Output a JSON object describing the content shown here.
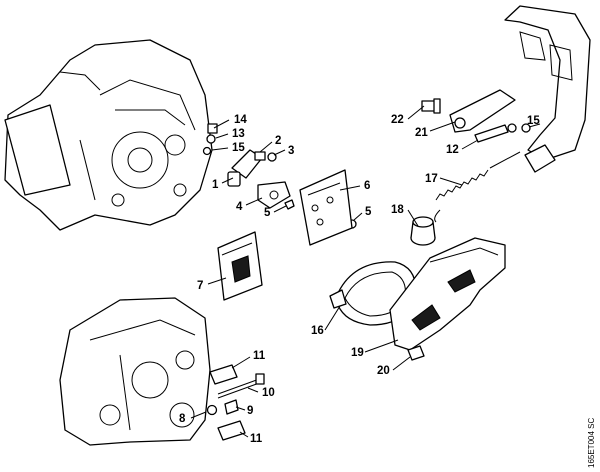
{
  "callouts": {
    "c1": "1",
    "c2": "2",
    "c3": "3",
    "c4": "4",
    "c5a": "5",
    "c5b": "5",
    "c6": "6",
    "c7": "7",
    "c8": "8",
    "c9": "9",
    "c10": "10",
    "c11a": "11",
    "c11b": "11",
    "c12": "12",
    "c13": "13",
    "c14": "14",
    "c15a": "15",
    "c15b": "15",
    "c16": "16",
    "c17": "17",
    "c18": "18",
    "c19": "19",
    "c20": "20",
    "c21": "21",
    "c22": "22"
  },
  "figure_code": "165ET004 SC"
}
